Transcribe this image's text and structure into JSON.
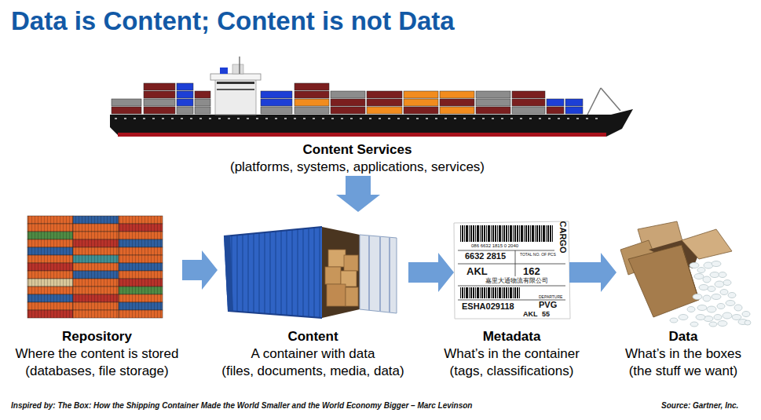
{
  "diagram": {
    "title": "Data is Content; Content is not Data",
    "nodes": [
      {
        "text": [
          "Content Services",
          "(platforms, systems, applications, services)"
        ]
      },
      {
        "text": [
          "Repository",
          "Where the content is stored",
          "(databases, file storage)"
        ]
      },
      {
        "text": [
          "Content",
          "A container with data",
          "(files, documents, media, data)"
        ]
      },
      {
        "text": [
          "Metadata",
          "What’s in the container",
          "(tags, classifications)"
        ]
      },
      {
        "text": [
          "Data",
          "What’s in the boxes",
          "(the stuff we want)"
        ]
      }
    ],
    "edges": [
      {
        "from": 0,
        "to": 2,
        "arrow": "to"
      },
      {
        "from": 1,
        "to": 2,
        "arrow": "to"
      },
      {
        "from": 2,
        "to": 3,
        "arrow": "to"
      },
      {
        "from": 3,
        "to": 4,
        "arrow": "to"
      }
    ],
    "labels": [
      "CARGO",
      "086 6632 1815 0 2040",
      "6632 2815",
      "TOTAL NO. OF PCS",
      "AKL",
      "162",
      "嘉里大通物流有限公司",
      "ESHA029118",
      "DEPARTURE",
      "PVG",
      "AKL",
      "55",
      "Inspired by: The Box: How the Shipping Container Made the World Smaller and the World Economy Bigger – Marc Levinson",
      "Source: Gartner, Inc."
    ]
  }
}
